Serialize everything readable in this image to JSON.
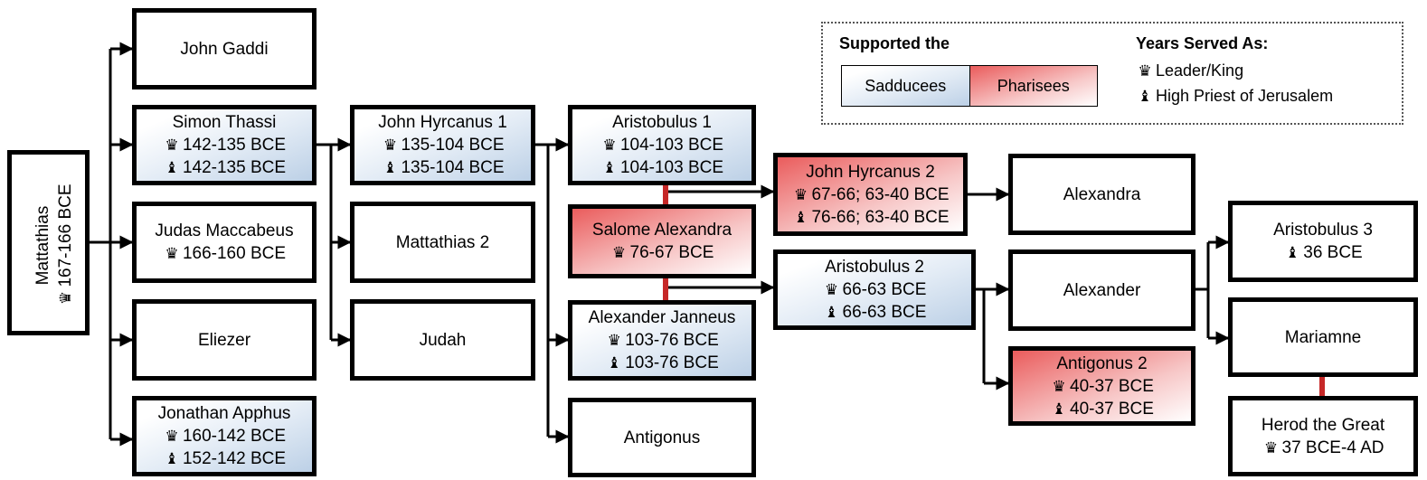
{
  "people": {
    "mattathias": {
      "name": "Mattathias",
      "king": "167-166 BCE"
    },
    "john_gaddi": {
      "name": "John Gaddi"
    },
    "simon": {
      "name": "Simon Thassi",
      "king": "142-135 BCE",
      "priest": "142-135 BCE",
      "party": "Sadducees"
    },
    "judas": {
      "name": "Judas Maccabeus",
      "king": "166-160 BCE"
    },
    "eliezer": {
      "name": "Eliezer"
    },
    "jonathan": {
      "name": "Jonathan Apphus",
      "king": "160-142 BCE",
      "priest": "152-142 BCE",
      "party": "Sadducees"
    },
    "hyrcanus1": {
      "name": "John Hyrcanus 1",
      "king": "135-104 BCE",
      "priest": "135-104 BCE",
      "party": "Sadducees"
    },
    "mattathias2": {
      "name": "Mattathias 2"
    },
    "judah": {
      "name": "Judah"
    },
    "aristobulus1": {
      "name": "Aristobulus 1",
      "king": "104-103 BCE",
      "priest": "104-103 BCE",
      "party": "Sadducees"
    },
    "salome": {
      "name": "Salome Alexandra",
      "king": "76-67 BCE",
      "party": "Pharisees"
    },
    "janneus": {
      "name": "Alexander Janneus",
      "king": "103-76 BCE",
      "priest": "103-76 BCE",
      "party": "Sadducees"
    },
    "antigonus": {
      "name": "Antigonus"
    },
    "hyrcanus2": {
      "name": "John Hyrcanus 2",
      "king": "67-66; 63-40 BCE",
      "priest": "76-66; 63-40 BCE",
      "party": "Pharisees"
    },
    "aristobulus2": {
      "name": "Aristobulus 2",
      "king": "66-63 BCE",
      "priest": "66-63 BCE",
      "party": "Sadducees"
    },
    "alexandra": {
      "name": "Alexandra"
    },
    "alexander": {
      "name": "Alexander"
    },
    "antigonus2": {
      "name": "Antigonus 2",
      "king": "40-37 BCE",
      "priest": "40-37 BCE",
      "party": "Pharisees"
    },
    "aristobulus3": {
      "name": "Aristobulus 3",
      "priest": "36 BCE"
    },
    "mariamne": {
      "name": "Mariamne"
    },
    "herod": {
      "name": "Herod the Great",
      "king": "37 BCE-4 AD"
    }
  },
  "legend": {
    "supported_title": "Supported the",
    "sadducees": "Sadducees",
    "pharisees": "Pharisees",
    "years_title": "Years Served As:",
    "leader": "Leader/King",
    "priest": "High Priest of Jerusalem"
  },
  "icons": {
    "king": "crown-icon",
    "priest": "high-priest-icon"
  },
  "colors": {
    "sadducees": "#bcd0e6",
    "pharisees": "#ea5c5c",
    "marriage_link": "#c62828",
    "line": "#000000"
  }
}
